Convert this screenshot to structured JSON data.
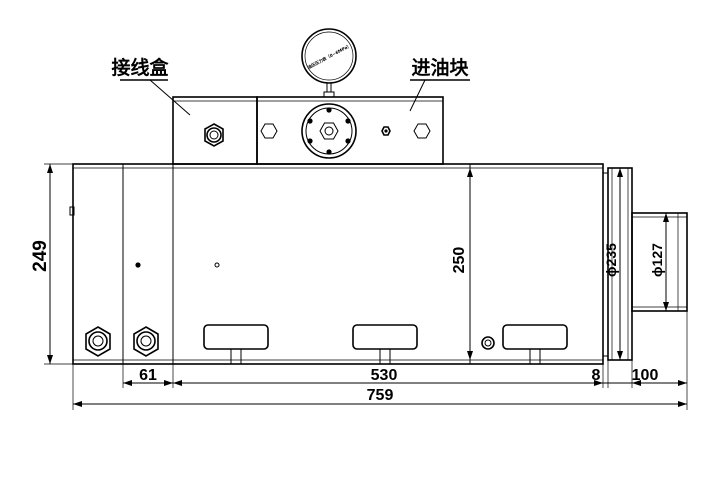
{
  "callouts": {
    "junction_box": "接线盒",
    "oil_inlet_block": "进油块"
  },
  "gauge": {
    "scale_text": "油压压力表（0~6MPa）"
  },
  "dimensions": {
    "height_body": "249",
    "height_main": "250",
    "dia_flange": "ϕ235",
    "dia_shaft": "ϕ127",
    "len_61": "61",
    "len_530": "530",
    "len_8": "8",
    "len_100": "100",
    "len_total": "759"
  }
}
